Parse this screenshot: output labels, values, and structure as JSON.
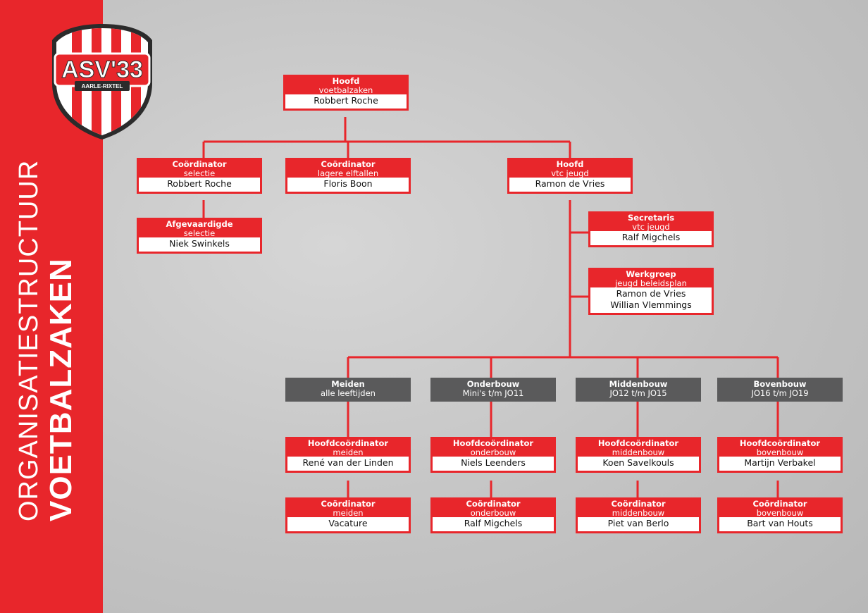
{
  "logo": {
    "text": "ASV'33",
    "subtext": "AARLE-RIXTEL"
  },
  "title": {
    "light": "ORGANISATIESTRUCTUUR",
    "bold": "VOETBALZAKEN"
  },
  "colors": {
    "red": "#e8262b",
    "grey": "#5a5a5b",
    "white": "#ffffff"
  },
  "boxes": {
    "hoofd": {
      "title": "Hoofd",
      "subtitle": "voetbalzaken",
      "names": [
        "Robbert Roche"
      ]
    },
    "coord_selectie": {
      "title": "Coördinator",
      "subtitle": "selectie",
      "names": [
        "Robbert Roche"
      ]
    },
    "coord_lagere": {
      "title": "Coördinator",
      "subtitle": "lagere elftallen",
      "names": [
        "Floris Boon"
      ]
    },
    "hoofd_vtc": {
      "title": "Hoofd",
      "subtitle": "vtc jeugd",
      "names": [
        "Ramon de Vries"
      ]
    },
    "afgevaardigde": {
      "title": "Afgevaardigde",
      "subtitle": "selectie",
      "names": [
        "Niek Swinkels"
      ]
    },
    "secretaris": {
      "title": "Secretaris",
      "subtitle": "vtc jeugd",
      "names": [
        "Ralf Migchels"
      ]
    },
    "werkgroep": {
      "title": "Werkgroep",
      "subtitle": "jeugd beleidsplan",
      "names": [
        "Ramon de Vries",
        "Willian Vlemmings"
      ]
    },
    "meiden": {
      "title": "Meiden",
      "subtitle": "alle leeftijden"
    },
    "onderbouw": {
      "title": "Onderbouw",
      "subtitle": "Mini's t/m JO11"
    },
    "middenbouw": {
      "title": "Middenbouw",
      "subtitle": "JO12 t/m JO15"
    },
    "bovenbouw": {
      "title": "Bovenbouw",
      "subtitle": "JO16 t/m JO19"
    },
    "hc_meiden": {
      "title": "Hoofdcoördinator",
      "subtitle": "meiden",
      "names": [
        "René van der Linden"
      ]
    },
    "hc_onderbouw": {
      "title": "Hoofdcoördinator",
      "subtitle": "onderbouw",
      "names": [
        "Niels Leenders"
      ]
    },
    "hc_middenbouw": {
      "title": "Hoofdcoördinator",
      "subtitle": "middenbouw",
      "names": [
        "Koen Savelkouls"
      ]
    },
    "hc_bovenbouw": {
      "title": "Hoofdcoördinator",
      "subtitle": "bovenbouw",
      "names": [
        "Martijn Verbakel"
      ]
    },
    "c_meiden": {
      "title": "Coördinator",
      "subtitle": "meiden",
      "names": [
        "Vacature"
      ]
    },
    "c_onderbouw": {
      "title": "Coördinator",
      "subtitle": "onderbouw",
      "names": [
        "Ralf Migchels"
      ]
    },
    "c_middenbouw": {
      "title": "Coördinator",
      "subtitle": "middenbouw",
      "names": [
        "Piet van Berlo"
      ]
    },
    "c_bovenbouw": {
      "title": "Coördinator",
      "subtitle": "bovenbouw",
      "names": [
        "Bart van Houts"
      ]
    }
  }
}
